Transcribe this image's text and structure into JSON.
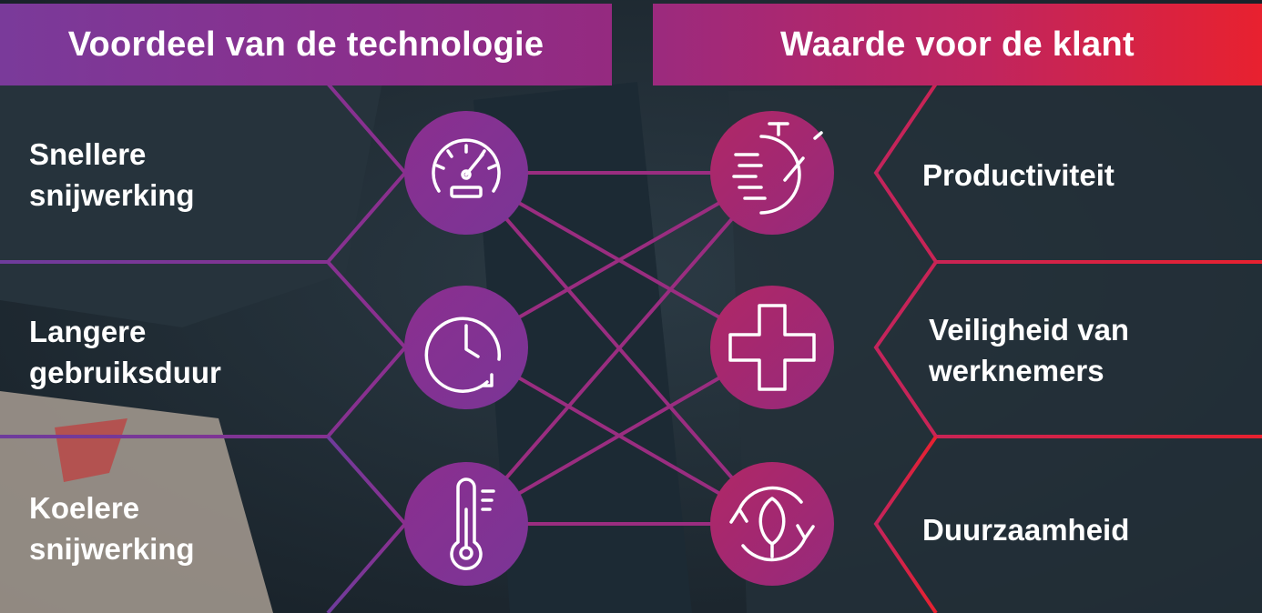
{
  "header": {
    "left_title": "Voordeel van de technologie",
    "right_title": "Waarde voor de klant"
  },
  "benefits": [
    {
      "line1": "Snellere",
      "line2": "snijwerking",
      "icon": "speedometer-icon"
    },
    {
      "line1": "Langere",
      "line2": "gebruiksduur",
      "icon": "clock-cycle-icon"
    },
    {
      "line1": "Koelere",
      "line2": "snijwerking",
      "icon": "thermometer-icon"
    }
  ],
  "values": [
    {
      "line1": "Productiviteit",
      "line2": "",
      "icon": "stopwatch-icon"
    },
    {
      "line1": "Veiligheid van",
      "line2": "werknemers",
      "icon": "safety-cross-icon"
    },
    {
      "line1": "Duurzaamheid",
      "line2": "",
      "icon": "recycle-leaf-icon"
    }
  ],
  "colors": {
    "purple": "#7a3a9a",
    "magenta": "#9b2a7e",
    "red": "#e8212f",
    "background": "#1e2a33"
  }
}
